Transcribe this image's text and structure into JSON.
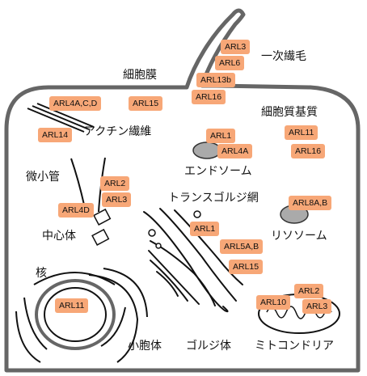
{
  "labels": {
    "cilium": "一次繊毛",
    "plasma_membrane": "細胞膜",
    "actin": "アクチン繊維",
    "cytosol": "細胞質基質",
    "endosome": "エンドソーム",
    "microtubule": "微小管",
    "tgn": "トランスゴルジ網",
    "centrosome": "中心体",
    "lysosome": "リソソーム",
    "nucleus": "核",
    "er": "小胞体",
    "golgi": "ゴルジ体",
    "mitochondria": "ミトコンドリア"
  },
  "tags": {
    "cilium_arl3": "ARL3",
    "cilium_arl6": "ARL6",
    "cilium_arl13b": "ARL13b",
    "cilium_arl16": "ARL16",
    "membrane_arl4acd": "ARL4A,C,D",
    "membrane_arl15": "ARL15",
    "actin_arl14": "ARL14",
    "endosome_arl1": "ARL1",
    "endosome_arl4a": "ARL4A",
    "cytosol_arl11": "ARL11",
    "cytosol_arl16": "ARL16",
    "mt_arl2": "ARL2",
    "mt_arl3": "ARL3",
    "centrosome_arl4d": "ARL4D",
    "lysosome_arl8ab": "ARL8A,B",
    "tgn_arl1": "ARL1",
    "tgn_arl5ab": "ARL5A,B",
    "tgn_arl15": "ARL15",
    "nucleus_arl11": "ARL11",
    "mito_arl2": "ARL2",
    "mito_arl10": "ARL10",
    "mito_arl3": "ARL3"
  },
  "colors": {
    "tag_fill": "#f7a777",
    "outline": "#666666",
    "organelle_fill": "#aaaaaa",
    "text": "#111111"
  }
}
